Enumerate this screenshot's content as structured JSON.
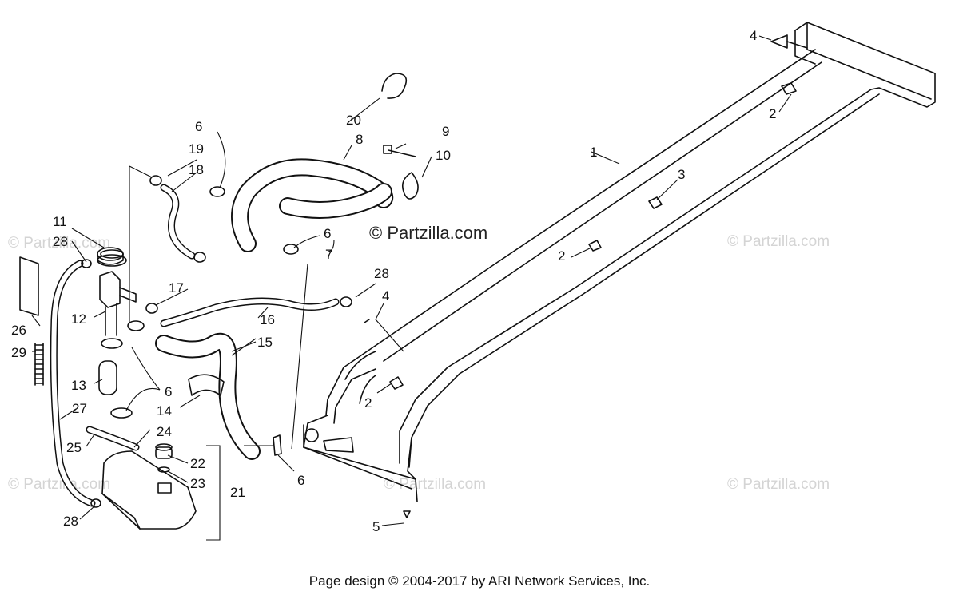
{
  "watermark": "© Partzilla.com",
  "brand_watermark": "© Partzilla.com",
  "footer": "Page design © 2004-2017 by ARI Network Services, Inc.",
  "callouts": {
    "c1": "1",
    "c2a": "2",
    "c2b": "2",
    "c2c": "2",
    "c3": "3",
    "c4a": "4",
    "c4b": "4",
    "c5": "5",
    "c6a": "6",
    "c6b": "6",
    "c6c": "6",
    "c6d": "6",
    "c7": "7",
    "c8": "8",
    "c9": "9",
    "c10": "10",
    "c11": "11",
    "c12": "12",
    "c13": "13",
    "c14": "14",
    "c15": "15",
    "c16": "16",
    "c17": "17",
    "c18": "18",
    "c19": "19",
    "c20": "20",
    "c21": "21",
    "c22": "22",
    "c23": "23",
    "c24": "24",
    "c25": "25",
    "c26": "26",
    "c27": "27",
    "c28a": "28",
    "c28b": "28",
    "c28c": "28",
    "c29": "29"
  }
}
